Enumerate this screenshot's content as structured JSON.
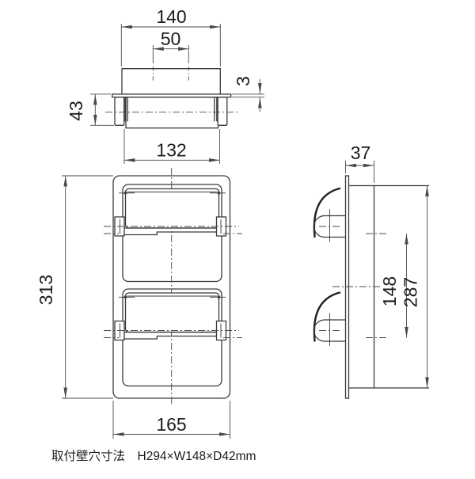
{
  "drawing": {
    "type": "technical-orthographic-drawing",
    "product": "recessed double paper holder",
    "line_color": "#3a3a3a",
    "background_color": "#ffffff",
    "note": "取付壁穴寸法　H294×W148×D42mm",
    "views": {
      "top": {
        "name": "top-view",
        "dims": {
          "box_width": "140",
          "inner_width": "50",
          "plate_thickness": "3",
          "front_depth": "43",
          "bar_width": "132"
        }
      },
      "front": {
        "name": "front-view",
        "dims": {
          "overall_height": "313",
          "panel_width": "165"
        }
      },
      "side": {
        "name": "side-view",
        "dims": {
          "box_depth": "37",
          "roll_pitch": "148",
          "box_height": "287"
        }
      }
    }
  }
}
